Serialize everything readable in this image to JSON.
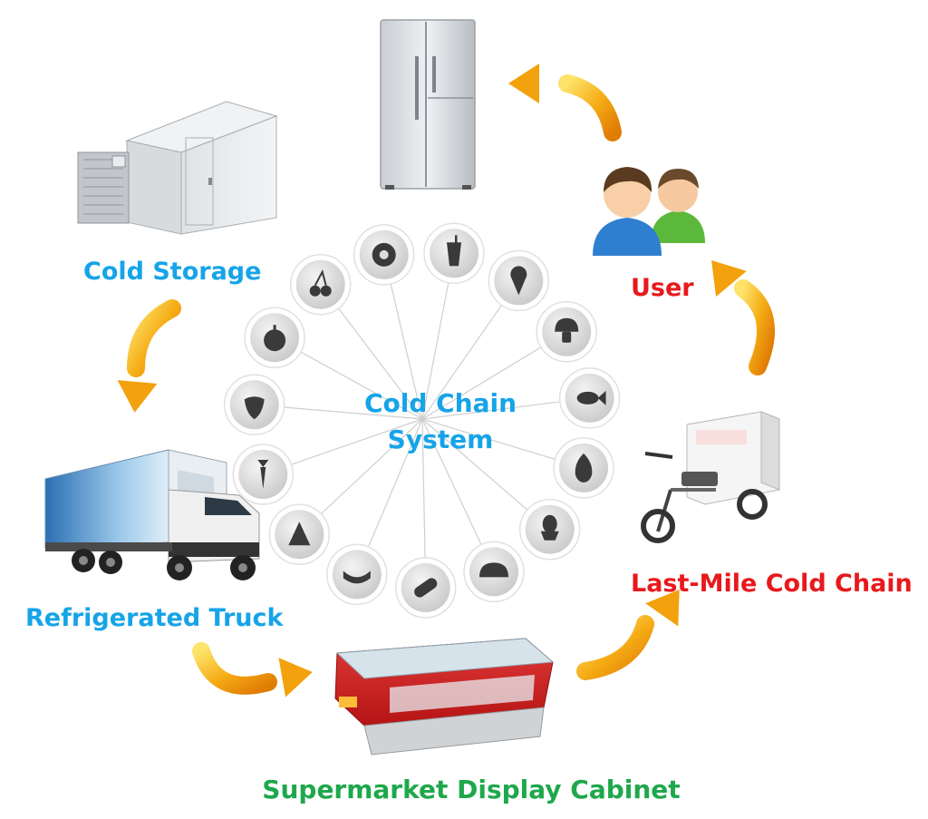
{
  "center": {
    "line1": "Cold Chain",
    "line2": "System"
  },
  "stages": [
    {
      "key": "fridge",
      "label": ""
    },
    {
      "key": "user",
      "label": "User"
    },
    {
      "key": "last_mile",
      "label": "Last-Mile Cold Chain"
    },
    {
      "key": "display_cabinet",
      "label": "Supermarket Display Cabinet"
    },
    {
      "key": "truck",
      "label": "Refrigerated Truck"
    },
    {
      "key": "cold_storage",
      "label": "Cold Storage"
    }
  ],
  "product_icons": [
    "drink",
    "ice-cream",
    "mushroom",
    "fish",
    "meat",
    "egg",
    "bread",
    "medicine",
    "sausage",
    "pizza",
    "carrot",
    "strawberry",
    "apple",
    "cherry",
    "kiwi"
  ],
  "colors": {
    "blue_label": "#16a4e8",
    "red_label": "#e8191c",
    "green_label": "#1ea84b",
    "arrow": "#f4a70d",
    "icon_disc": "#dcdcdc",
    "icon_glyph": "#3a3a3a"
  }
}
